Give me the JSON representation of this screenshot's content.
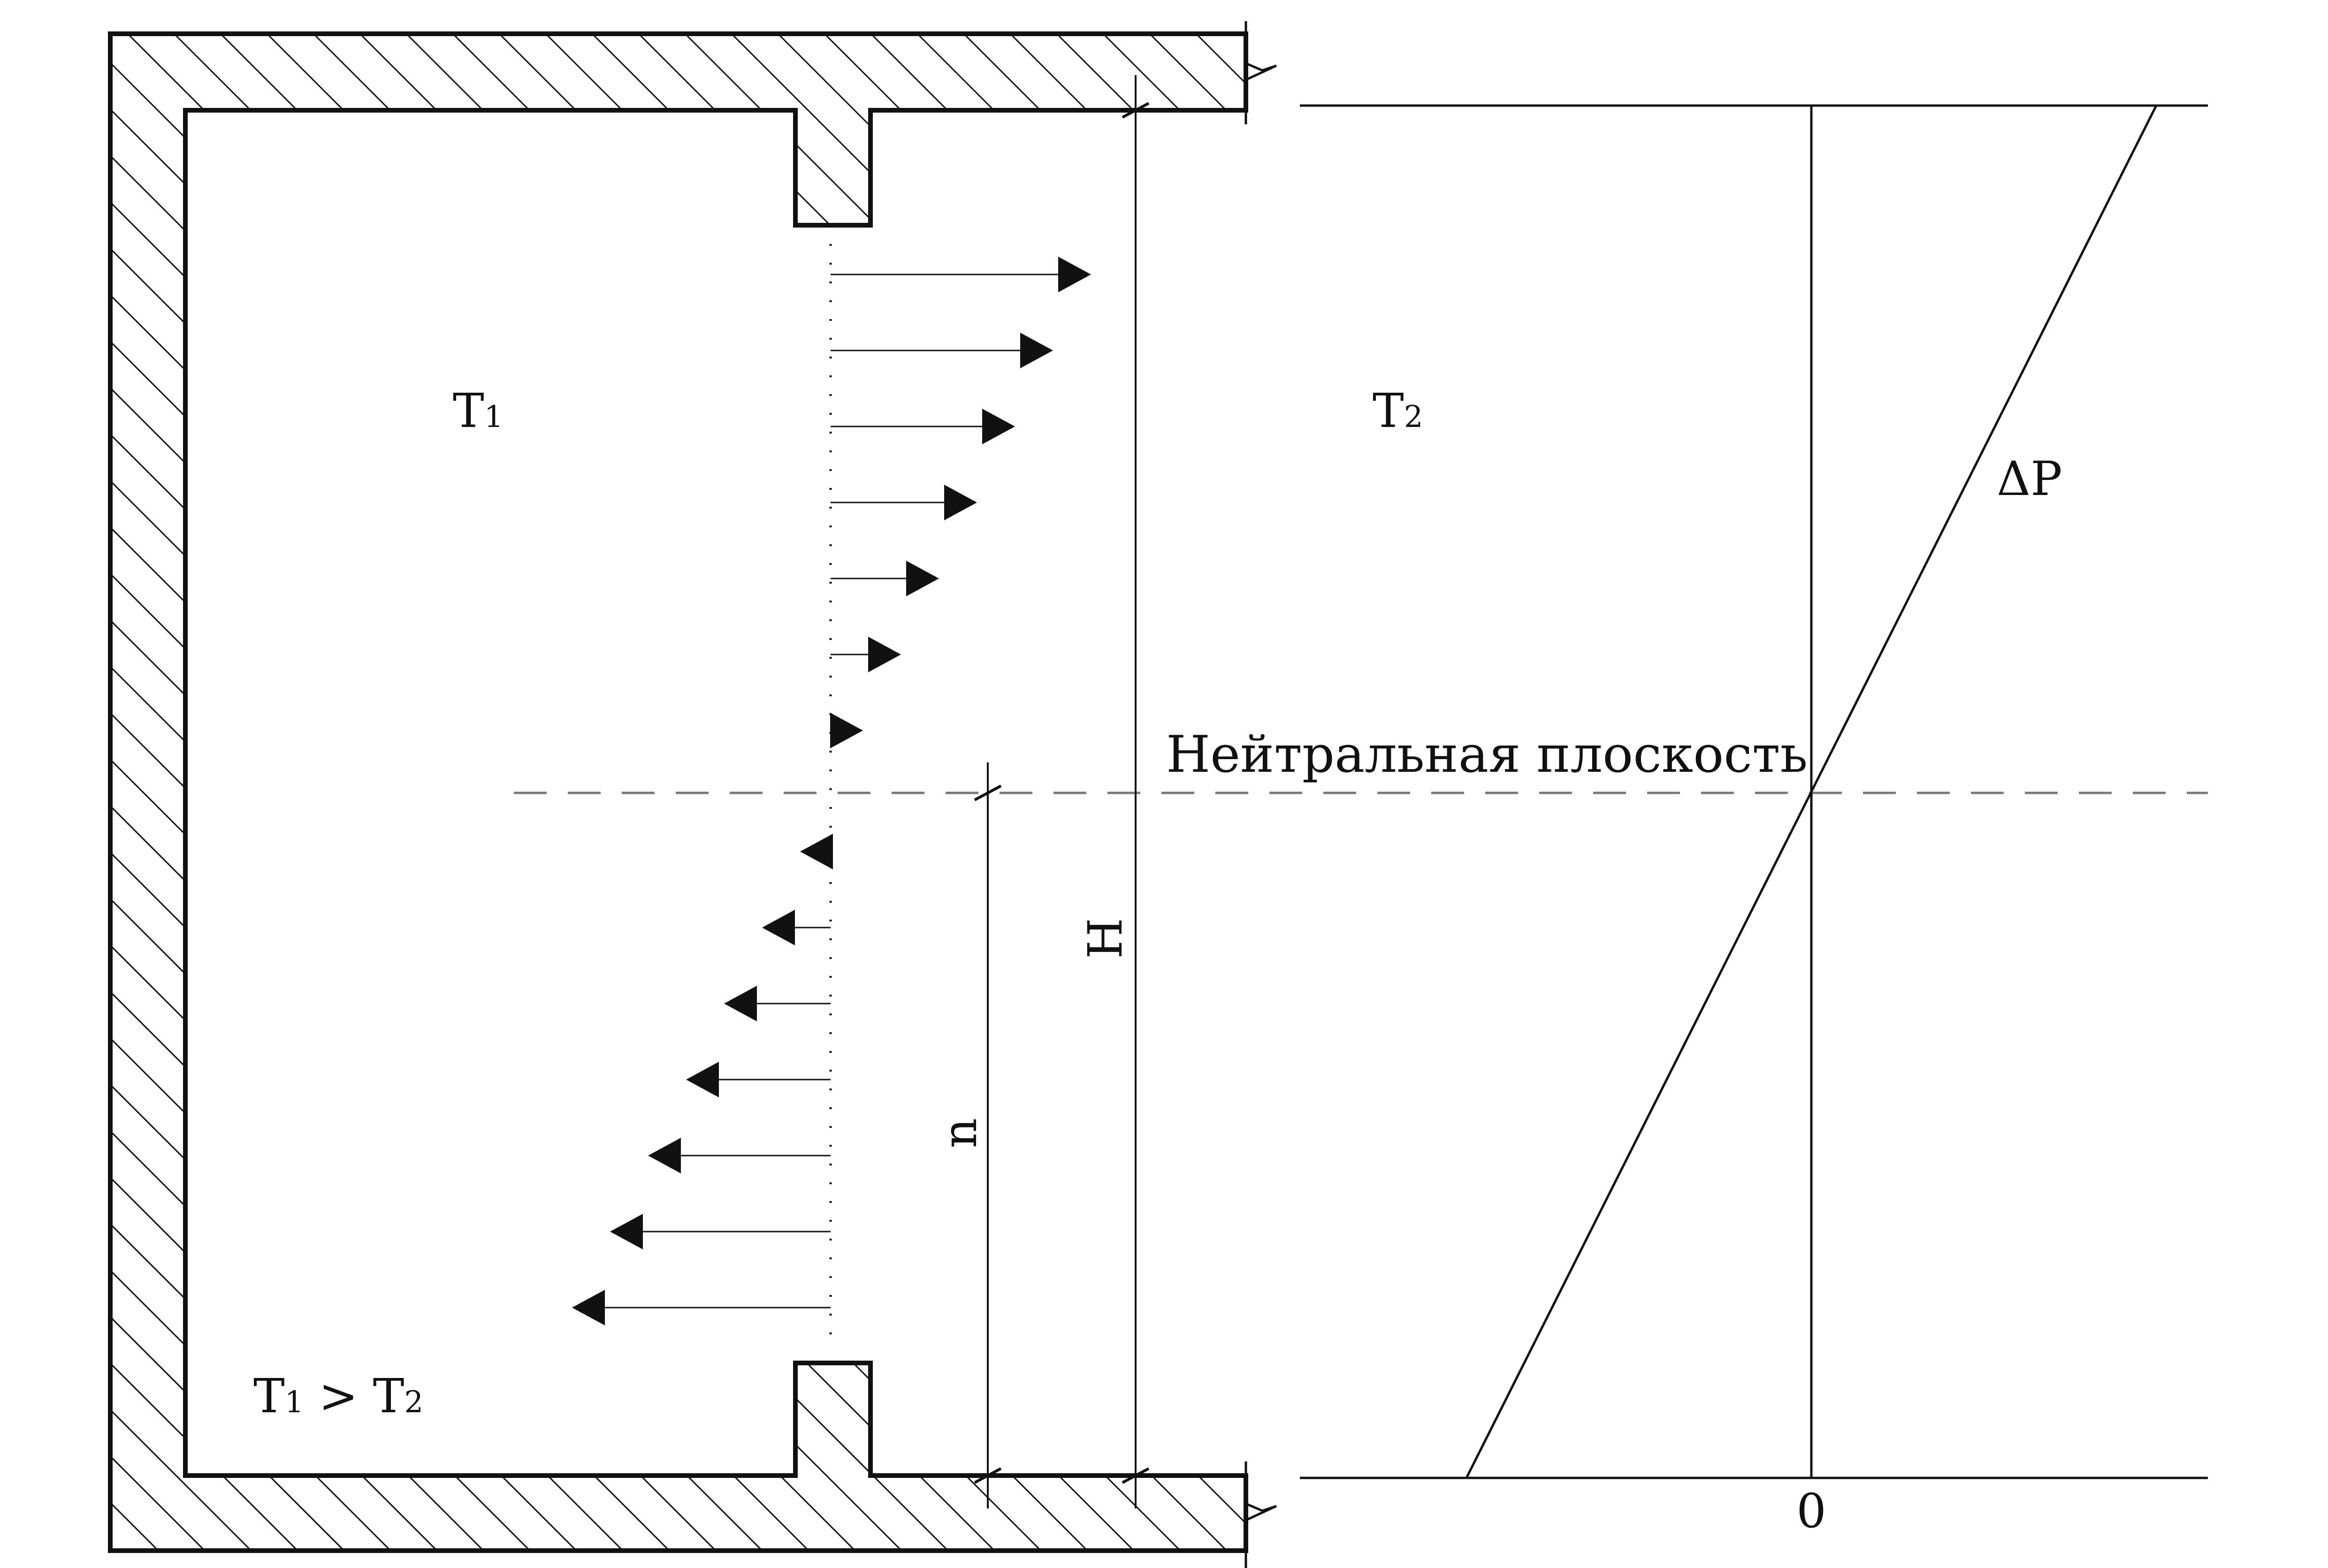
{
  "labels": {
    "t1": "T",
    "t1_sub": "1",
    "t2": "T",
    "t2_sub": "2",
    "relation_left": "T",
    "relation_left_sub": "1",
    "relation_op": " > ",
    "relation_right": "T",
    "relation_right_sub": "2",
    "neutral_plane": "Нейтральная плоскость",
    "delta_p": "ΔP",
    "height_total": "H",
    "height_neutral": "n",
    "zero": "0"
  },
  "flows": {
    "upper_count": 7,
    "lower_count": 7,
    "upper_direction": "outward",
    "lower_direction": "inward"
  },
  "colors": {
    "line": "#111111",
    "dashed": "#777777"
  }
}
